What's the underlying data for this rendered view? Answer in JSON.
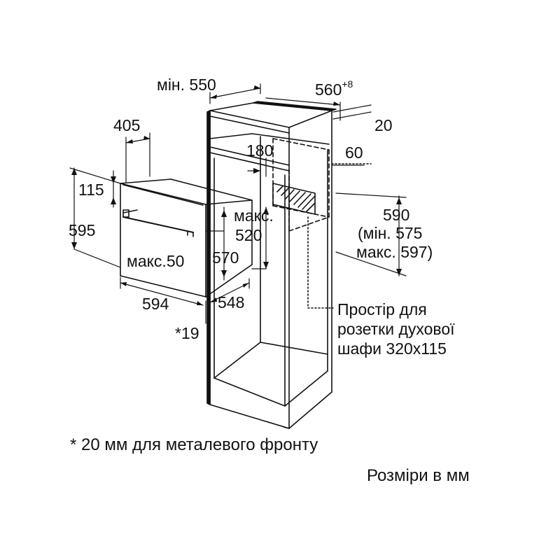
{
  "dimensions": {
    "cabinet_width_min": "мін. 550",
    "cabinet_depth": "560",
    "cabinet_depth_sup": "+8",
    "top_thickness": "20",
    "oven_depth_body": "405",
    "opening_180": "180",
    "cutout_60": "60",
    "oven_front_height": "115",
    "oven_height": "595",
    "max_label": "макс.",
    "max_value": "520",
    "niche_height": "590",
    "niche_range_min": "(мін. 575",
    "niche_range_max": "макс. 597)",
    "max50": "макс.50",
    "oven_inner_570": "570",
    "oven_width": "594",
    "oven_depth": "548",
    "front_thickness": "*19"
  },
  "socket_note": {
    "line1": "Простір для",
    "line2": "розетки духової",
    "line3": "шафи 320x115"
  },
  "footnote": "* 20 мм для металевого фронту",
  "units_note": "Розміри в мм"
}
